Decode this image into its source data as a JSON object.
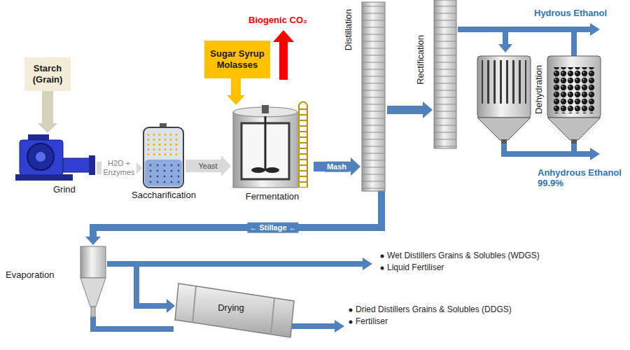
{
  "diagram": {
    "nodes": [
      {
        "text": [
          "Starch (Grain)"
        ]
      },
      {
        "text": [
          "Grind"
        ]
      },
      {
        "text": [
          "Saccharification"
        ]
      },
      {
        "text": [
          "Sugar Syrup Molasses"
        ]
      },
      {
        "text": [
          "Fermentation"
        ]
      },
      {
        "text": [
          "Distillation"
        ]
      },
      {
        "text": [
          "Rectification"
        ]
      },
      {
        "text": [
          "Dehydration"
        ]
      },
      {
        "text": [
          "Evaporation"
        ]
      },
      {
        "text": [
          "Drying"
        ]
      }
    ],
    "edges": [
      {
        "from": 0,
        "to": 1,
        "arrow": "to"
      },
      {
        "from": 1,
        "to": 2,
        "label": "H2O + Enzymes",
        "arrow": "to"
      },
      {
        "from": 2,
        "to": 4,
        "label": "Yeast",
        "arrow": "to"
      },
      {
        "from": 3,
        "to": 4,
        "arrow": "to"
      },
      {
        "from": 4,
        "to": 5,
        "label": "Mash",
        "arrow": "to"
      },
      {
        "from": 5,
        "to": 6,
        "arrow": "to"
      },
      {
        "from": 6,
        "to": 7,
        "arrow": "to"
      },
      {
        "from": 5,
        "to": 8,
        "label": "← Stillage ←",
        "arrow": "to"
      },
      {
        "from": 8,
        "to": 9,
        "arrow": "to"
      }
    ],
    "labels": [
      "Biogenic CO₂",
      "Hydrous Ethanol",
      "Anhydrous Ethanol 99.9%",
      "Wet Distillers Grains & Solubles (WDGS)",
      "Liquid Fertiliser",
      "Dried Distillers Grains & Solubles (DDGS)",
      "Fertiliser"
    ]
  }
}
